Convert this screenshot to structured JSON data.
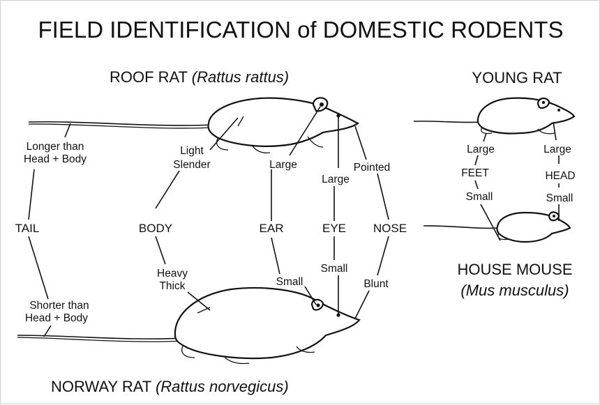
{
  "title": "FIELD IDENTIFICATION of DOMESTIC RODENTS",
  "roof_rat": {
    "name": "ROOF RAT",
    "latin": "(Rattus rattus)"
  },
  "norway_rat": {
    "name": "NORWAY RAT",
    "latin": "(Rattus norvegicus)"
  },
  "young_rat": {
    "name": "YOUNG RAT"
  },
  "house_mouse": {
    "name": "HOUSE MOUSE",
    "latin": "(Mus musculus)"
  },
  "traits": {
    "tail": {
      "name": "TAIL",
      "roof": [
        "Longer than",
        "Head + Body"
      ],
      "norway": [
        "Shorter than",
        "Head + Body"
      ]
    },
    "body": {
      "name": "BODY",
      "roof": [
        "Light",
        "Slender"
      ],
      "norway": [
        "Heavy",
        "Thick"
      ]
    },
    "ear": {
      "name": "EAR",
      "roof": "Large",
      "norway": "Small"
    },
    "eye": {
      "name": "EYE",
      "roof": "Large",
      "norway": "Small"
    },
    "nose": {
      "name": "NOSE",
      "roof": "Pointed",
      "norway": "Blunt"
    },
    "feet": {
      "name": "FEET",
      "young": "Large",
      "mouse": "Small"
    },
    "head": {
      "name": "HEAD",
      "young": "Large",
      "mouse": "Small"
    }
  },
  "colors": {
    "ink": "#111111",
    "background": "#ffffff"
  }
}
